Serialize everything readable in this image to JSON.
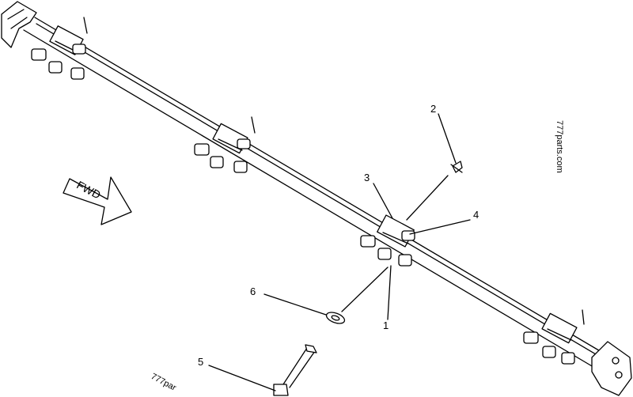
{
  "callouts": {
    "c1": "1",
    "c2": "2",
    "c3": "3",
    "c4": "4",
    "c5": "5",
    "c6": "6"
  },
  "direction_label": "FWD",
  "watermarks": {
    "side": "777parts.com",
    "bottom": "777par"
  }
}
